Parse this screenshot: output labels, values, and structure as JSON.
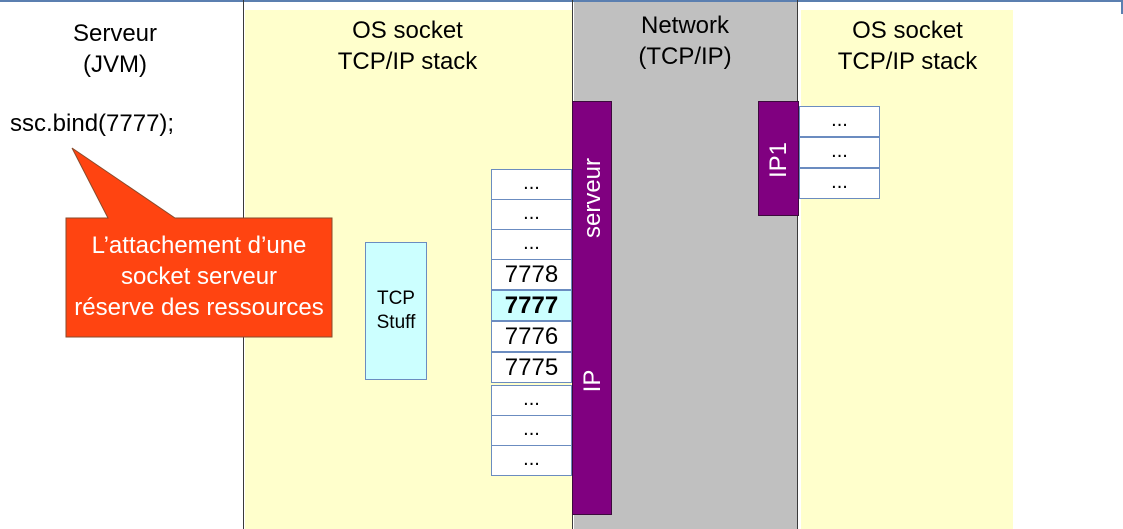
{
  "server": {
    "title": "Serveur\n(JVM)",
    "code": "ssc.bind(7777);"
  },
  "callout": {
    "text": "L’attachement d’une\nsocket serveur\nréserve des ressources",
    "color": "#ff4411"
  },
  "left_stack": {
    "title": "OS socket\nTCP/IP stack",
    "tcp_box": "TCP\nStuff"
  },
  "network": {
    "title": "Network\n(TCP/IP)"
  },
  "right_stack": {
    "title": "OS socket\nTCP/IP stack"
  },
  "ports": [
    "...",
    "...",
    "...",
    "7778",
    "7777",
    "7776",
    "7775",
    "...",
    "...",
    "..."
  ],
  "highlighted_port": "7777",
  "server_bar": {
    "top_label": "serveur",
    "bottom_label": "IP"
  },
  "client_bar": {
    "label": "IP1"
  },
  "client_ports": [
    "...",
    "...",
    "..."
  ],
  "colors": {
    "stack_panel": "#ffffcc",
    "network": "#c0c0c0",
    "bar": "#800080",
    "highlight": "#ccffff"
  }
}
